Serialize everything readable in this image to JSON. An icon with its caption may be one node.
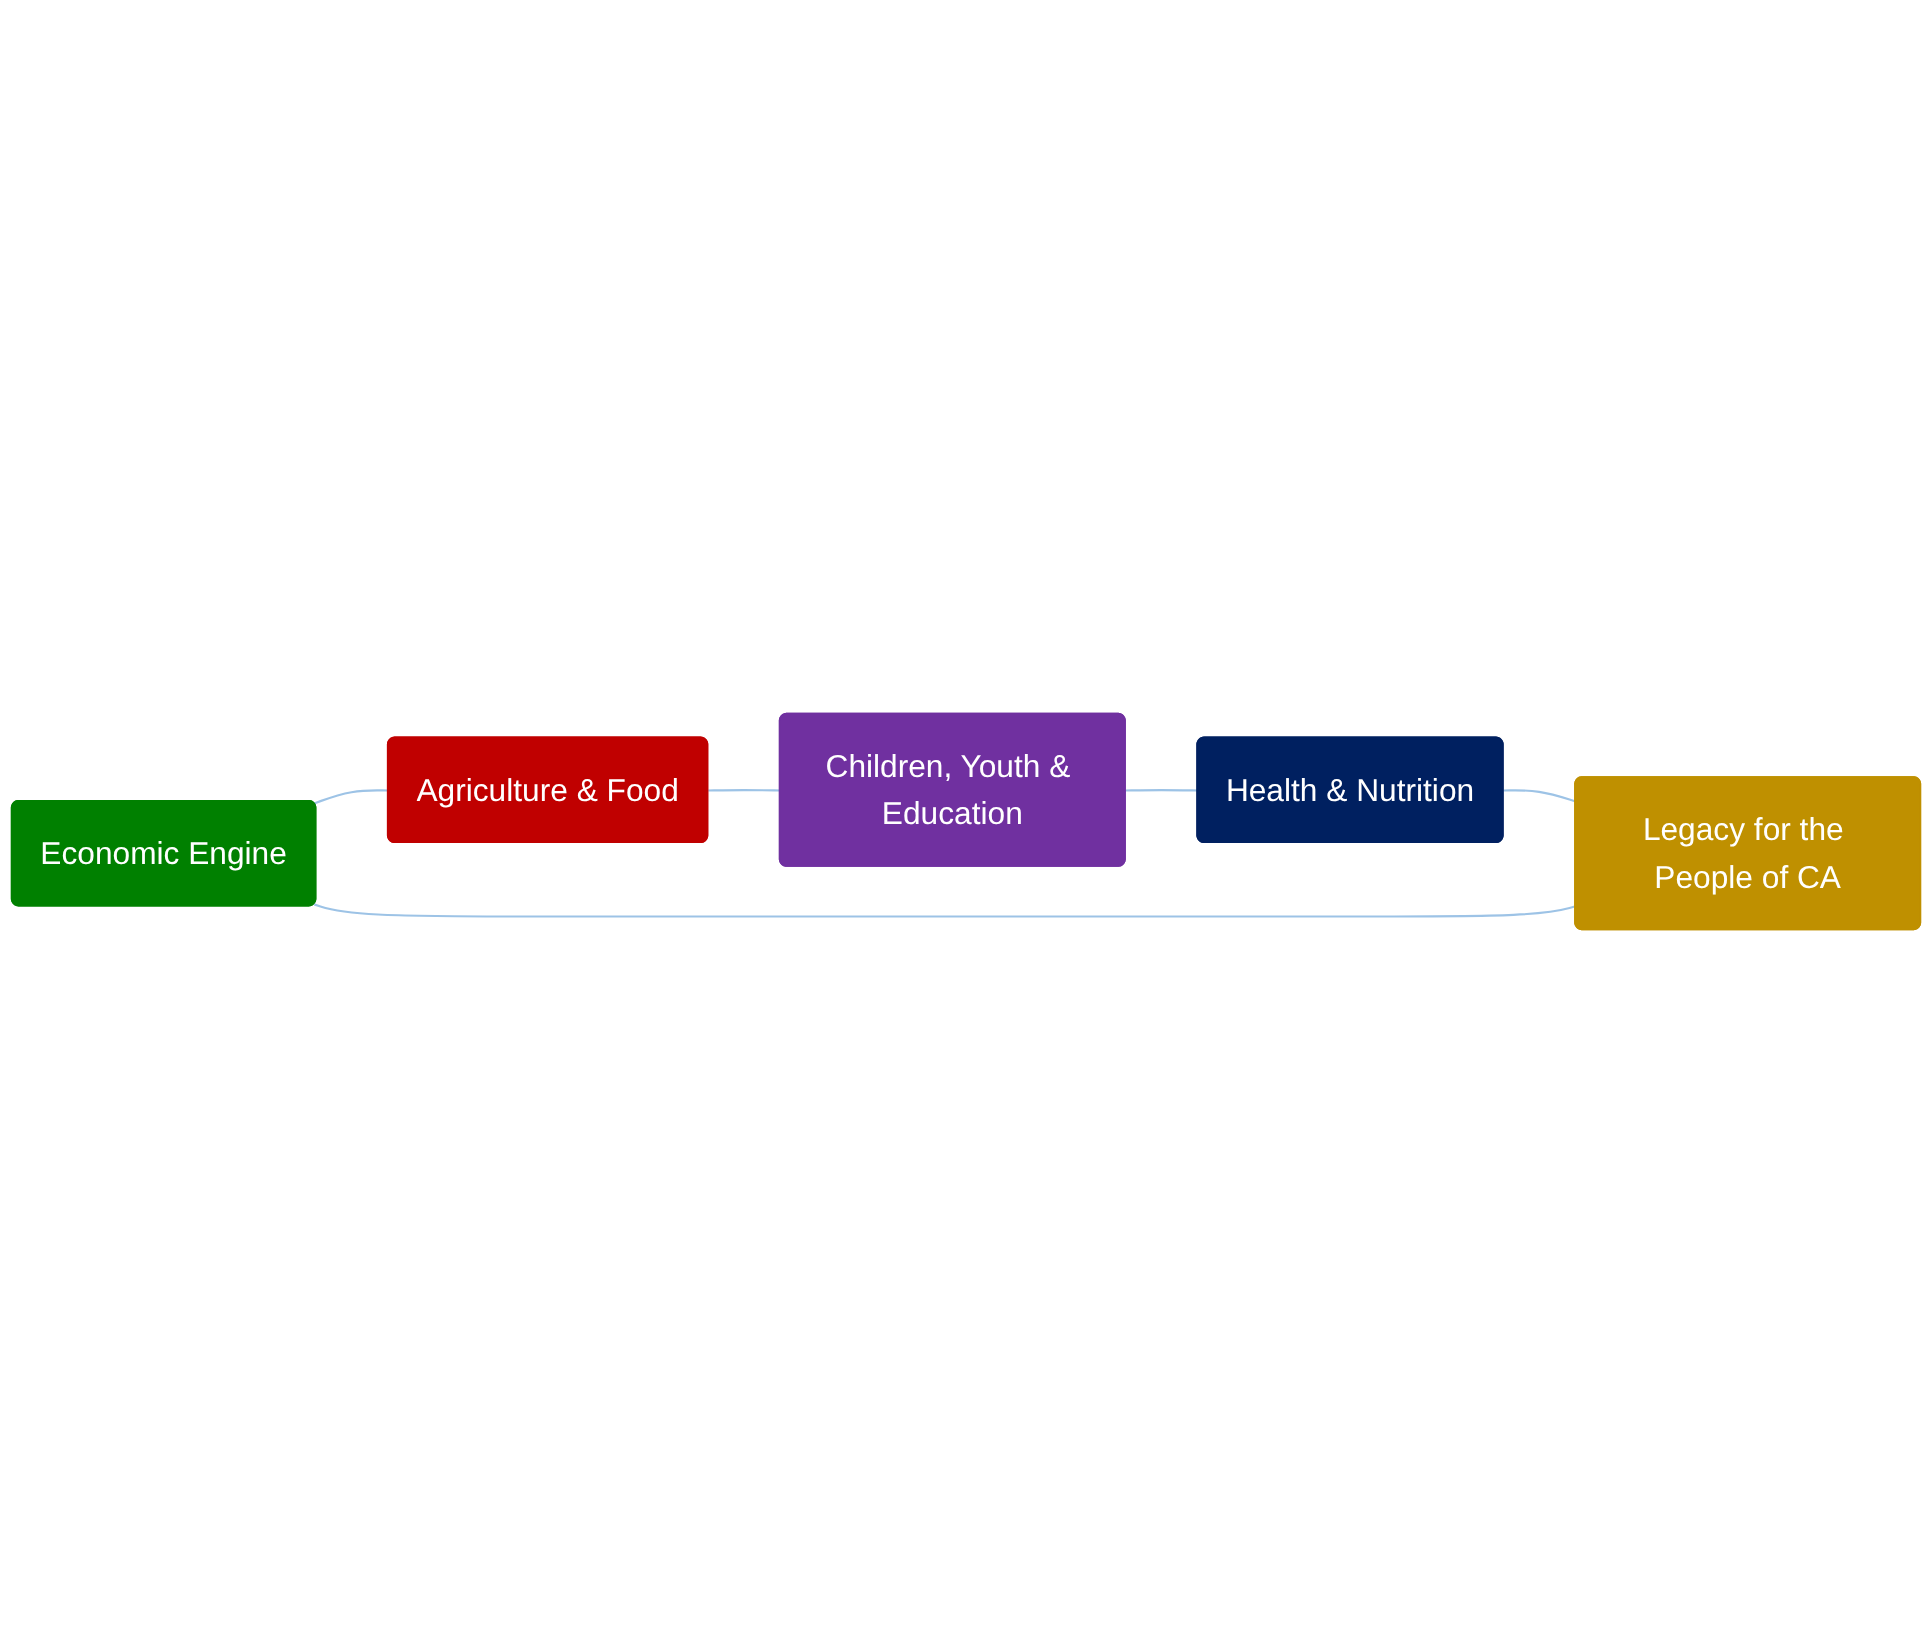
{
  "diagram": {
    "nodes": [
      {
        "text": [
          "Economic Engine"
        ]
      },
      {
        "text": [
          "Agriculture & Food"
        ]
      },
      {
        "text": [
          "Children, Youth & Education"
        ]
      },
      {
        "text": [
          "Health & Nutrition"
        ]
      },
      {
        "text": [
          "Legacy for the People of CA"
        ]
      }
    ],
    "edges": [
      {
        "from": 0,
        "to": 1,
        "arrow": "none"
      },
      {
        "from": 1,
        "to": 2,
        "arrow": "none"
      },
      {
        "from": 2,
        "to": 3,
        "arrow": "none"
      },
      {
        "from": 3,
        "to": 4,
        "arrow": "none"
      },
      {
        "from": 4,
        "to": 0,
        "arrow": "none"
      }
    ]
  }
}
